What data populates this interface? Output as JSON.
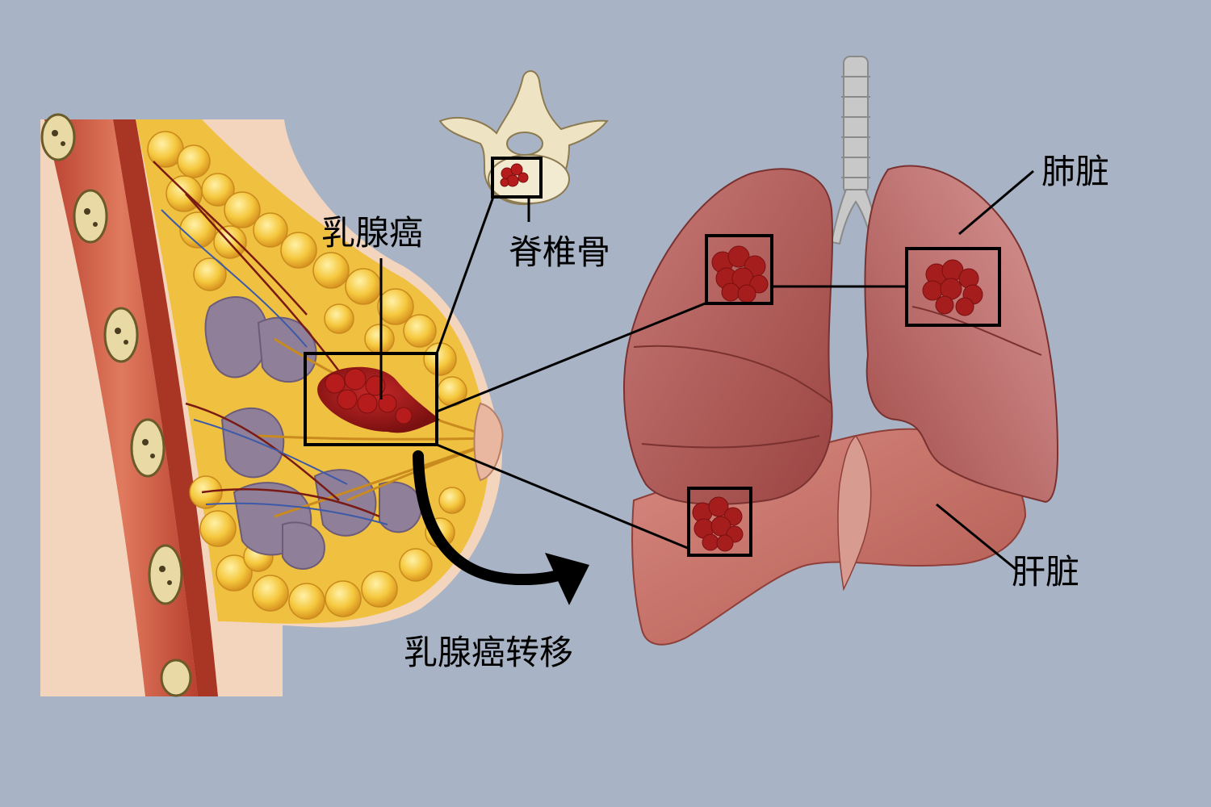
{
  "labels": {
    "breast_cancer": "乳腺癌",
    "spine": "脊椎骨",
    "lung": "肺脏",
    "liver": "肝脏",
    "metastasis": "乳腺癌转移"
  },
  "colors": {
    "background": "#a8b4c6",
    "skin": "#f3d4bc",
    "muscle": "#c9523f",
    "fat": "#f2c23a",
    "gland": "#8f7f98",
    "tumor": "#9e1a1a",
    "lung": "#b65a58",
    "liver": "#c97068",
    "bone": "#eee3c3",
    "trachea": "#c8c8c8",
    "outline": "#000000"
  },
  "icons": [
    "curved-arrow-icon"
  ]
}
